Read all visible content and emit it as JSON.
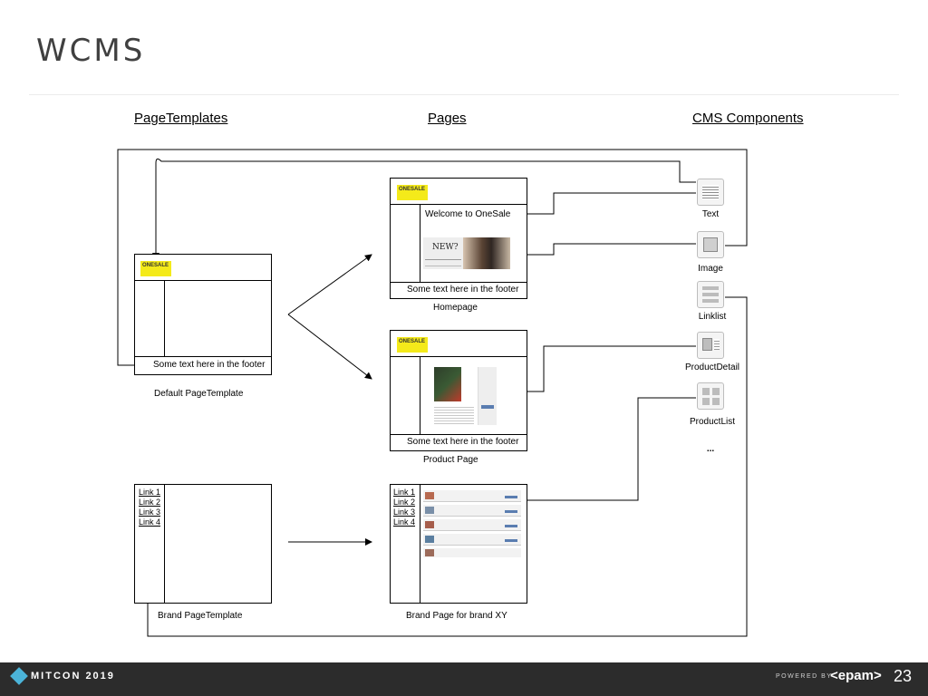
{
  "title": "WCMS",
  "columns": {
    "templates": "PageTemplates",
    "pages": "Pages",
    "components": "CMS Components"
  },
  "logo_text": "ONESALE",
  "default_template": {
    "footer": "Some text here in the footer",
    "caption": "Default PageTemplate"
  },
  "brand_template": {
    "links": [
      "Link 1",
      "Link 2",
      "Link 3",
      "Link 4"
    ],
    "caption": "Brand PageTemplate"
  },
  "homepage": {
    "welcome": "Welcome to OneSale",
    "banner_text": "NEW?",
    "footer": "Some text here in the footer",
    "caption": "Homepage"
  },
  "product_page": {
    "footer": "Some text here in the footer",
    "caption": "Product Page"
  },
  "brand_page": {
    "links": [
      "Link 1",
      "Link 2",
      "Link 3",
      "Link 4"
    ],
    "caption": "Brand Page for brand XY"
  },
  "components": [
    {
      "label": "Text",
      "icon": "text-component-icon"
    },
    {
      "label": "Image",
      "icon": "image-component-icon"
    },
    {
      "label": "Linklist",
      "icon": "linklist-component-icon"
    },
    {
      "label": "ProductDetail",
      "icon": "productdetail-component-icon"
    },
    {
      "label": "ProductList",
      "icon": "productlist-component-icon"
    },
    {
      "label": "...",
      "icon": ""
    }
  ],
  "footer": {
    "conference": "MITCON 2019",
    "powered_by": "POWERED BY",
    "brand": "<epam>",
    "page_number": "23"
  }
}
